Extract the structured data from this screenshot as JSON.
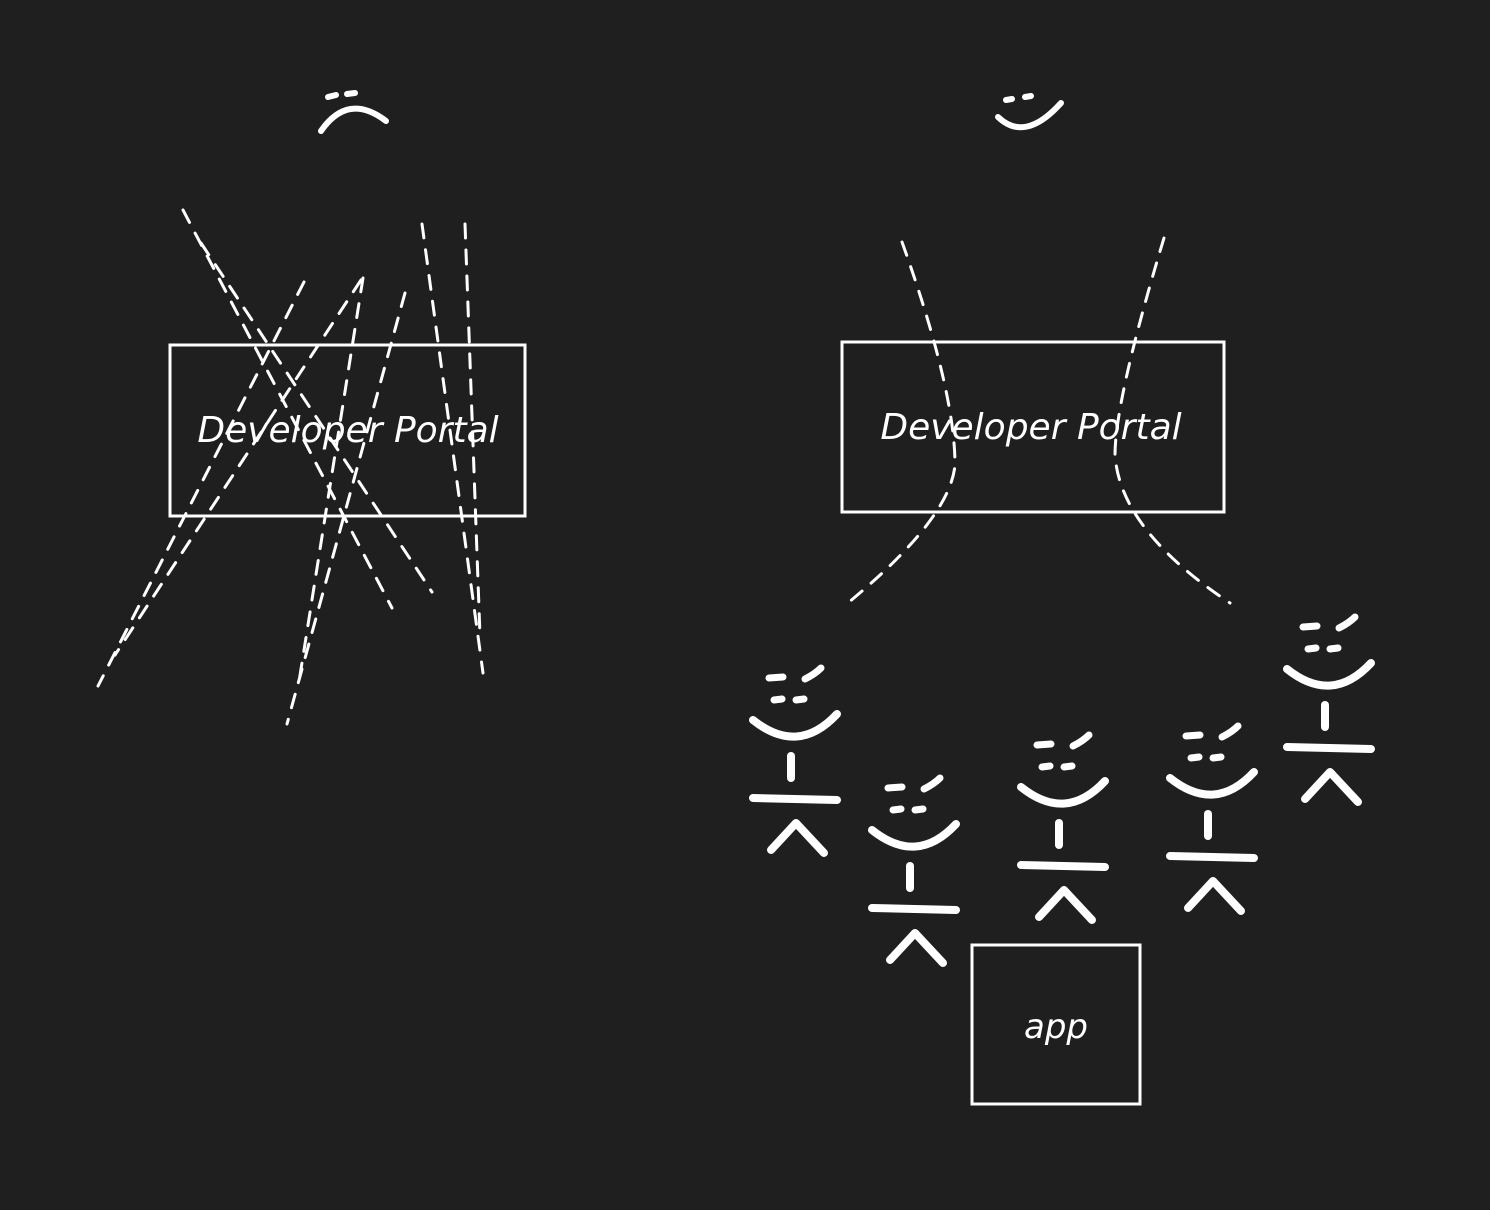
{
  "left_panel": {
    "portal_label": "Developer Portal"
  },
  "right_panel": {
    "portal_label": "Developer Portal",
    "app_label": "app"
  },
  "colors": {
    "background": "#1f1f1f",
    "stroke": "#ffffff"
  }
}
